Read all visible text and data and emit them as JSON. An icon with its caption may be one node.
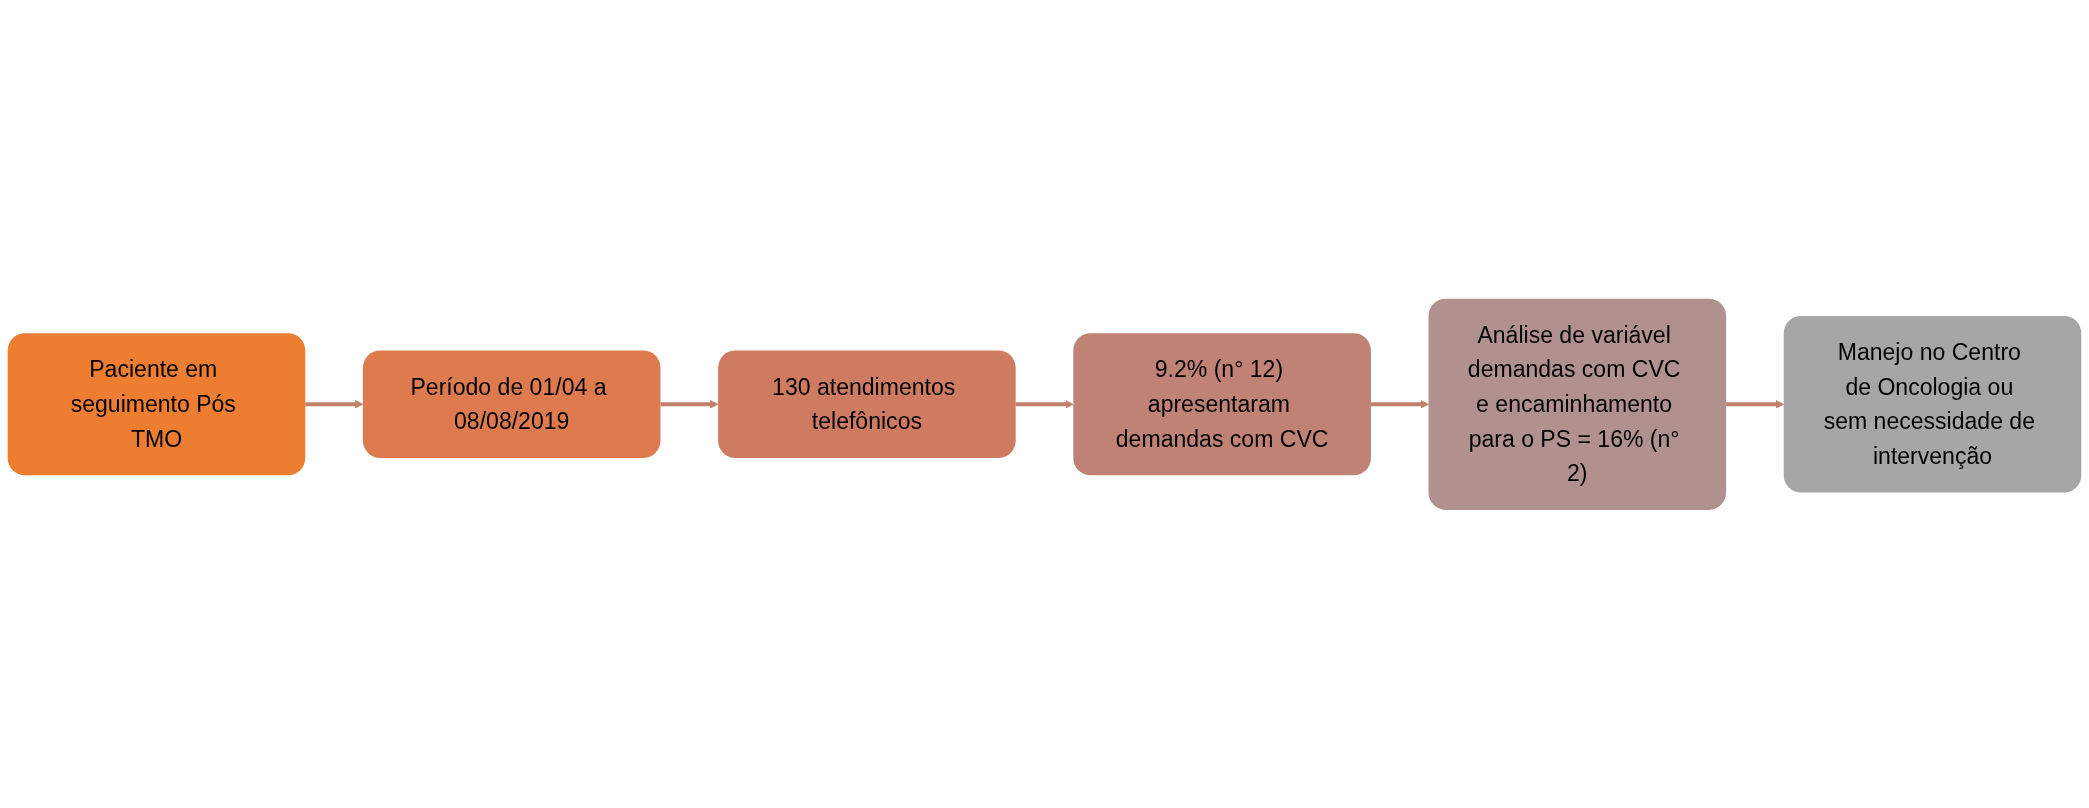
{
  "diagram": {
    "nodes": [
      {
        "text": [
          "Paciente em seguimento Pós TMO"
        ]
      },
      {
        "text": [
          "Período de 01/04 a 08/08/2019"
        ]
      },
      {
        "text": [
          "130 atendimentos telefônicos"
        ]
      },
      {
        "text": [
          "9.2% (n° 12) apresentaram demandas com CVC"
        ]
      },
      {
        "text": [
          "Análise de variável demandas com CVC e encaminhamento para o PS = 16% (n° 2)"
        ]
      },
      {
        "text": [
          "Manejo no Centro de Oncologia ou sem necessidade de intervenção"
        ]
      }
    ],
    "edges": [
      {
        "from": 0,
        "to": 1,
        "arrow": "to"
      },
      {
        "from": 1,
        "to": 2,
        "arrow": "to"
      },
      {
        "from": 2,
        "to": 3,
        "arrow": "to"
      },
      {
        "from": 3,
        "to": 4,
        "arrow": "to"
      },
      {
        "from": 4,
        "to": 5,
        "arrow": "to"
      }
    ]
  }
}
